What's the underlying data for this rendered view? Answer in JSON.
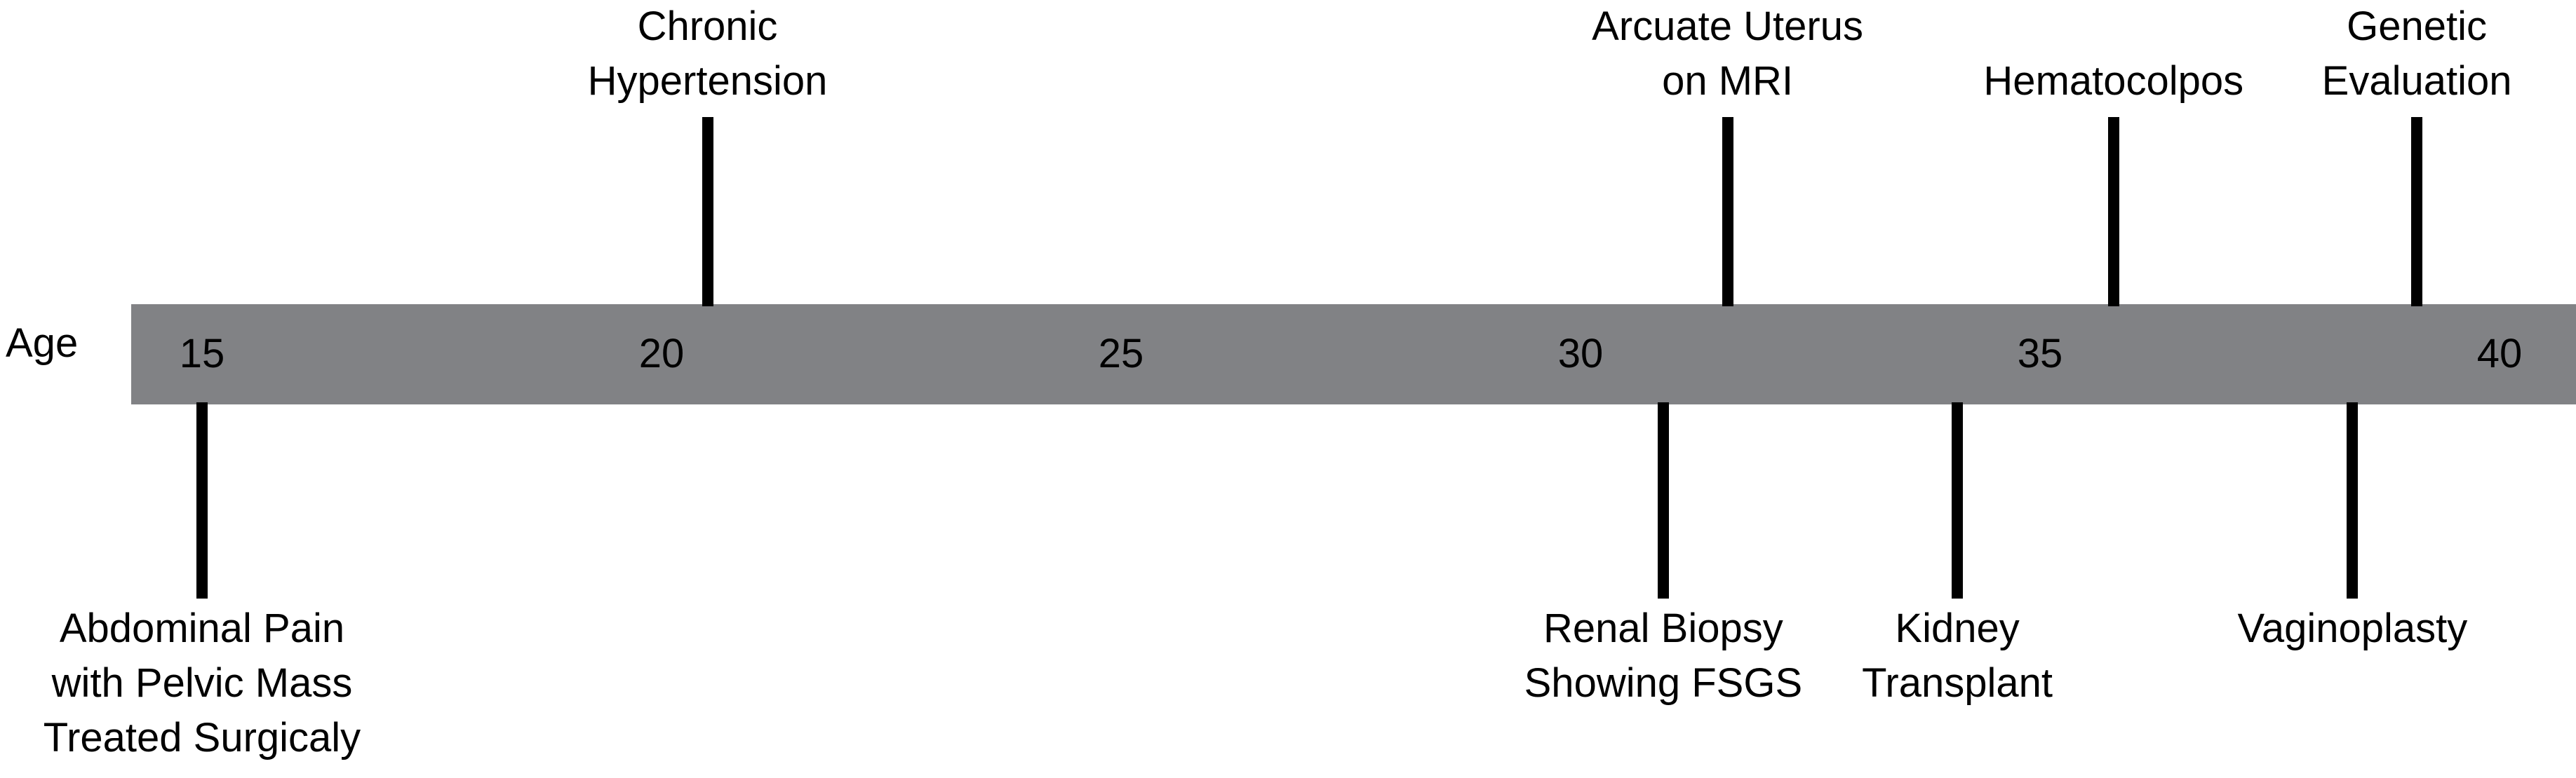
{
  "axis_label": "Age",
  "axis": {
    "min": 14.6,
    "max": 40.5,
    "ticks": [
      15,
      20,
      25,
      30,
      35,
      40
    ]
  },
  "events": [
    {
      "age": 20.5,
      "side": "above",
      "label": "Chronic\nHypertension"
    },
    {
      "age": 31.6,
      "side": "above",
      "label": "Arcuate Uterus\non MRI"
    },
    {
      "age": 35.8,
      "side": "above",
      "label": "Hematocolpos"
    },
    {
      "age": 39.1,
      "side": "above",
      "label": "Genetic\nEvaluation"
    },
    {
      "age": 15.0,
      "side": "below",
      "label": "Abdominal Pain\nwith Pelvic Mass\nTreated Surgicaly"
    },
    {
      "age": 30.9,
      "side": "below",
      "label": "Renal Biopsy\nShowing FSGS"
    },
    {
      "age": 34.1,
      "side": "below",
      "label": "Kidney\nTransplant"
    },
    {
      "age": 38.4,
      "side": "below",
      "label": "Vaginoplasty"
    }
  ],
  "colors": {
    "bar": "#818285",
    "stem": "#000000",
    "text": "#000000"
  }
}
